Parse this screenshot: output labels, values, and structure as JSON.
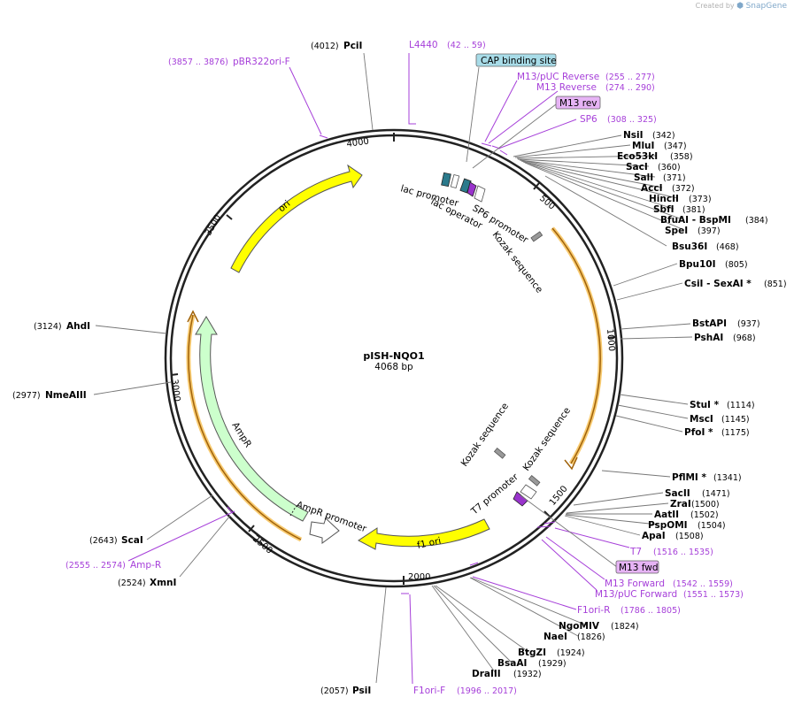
{
  "credit": {
    "prefix": "Created by",
    "brand": "SnapGene"
  },
  "plasmid": {
    "name": "pISH-NQO1",
    "size_label": "4068 bp"
  },
  "ticks": [
    "500",
    "1000",
    "1500",
    "2000",
    "2500",
    "3000",
    "3500",
    "4000"
  ],
  "enzymes": [
    {
      "name": "PciI",
      "pos": "(4012)",
      "side": "left"
    },
    {
      "name": "NsiI",
      "pos": "(342)"
    },
    {
      "name": "MluI",
      "pos": "(347)"
    },
    {
      "name": "Eco53kI",
      "pos": "(358)"
    },
    {
      "name": "SacI",
      "pos": "(360)"
    },
    {
      "name": "SalI",
      "pos": "(371)"
    },
    {
      "name": "AccI",
      "pos": "(372)"
    },
    {
      "name": "HincII",
      "pos": "(373)"
    },
    {
      "name": "SbfI",
      "pos": "(381)"
    },
    {
      "name": "BfuAI  - BspMI",
      "pos": "(384)"
    },
    {
      "name": "SpeI",
      "pos": "(397)"
    },
    {
      "name": "Bsu36I",
      "pos": "(468)"
    },
    {
      "name": "Bpu10I",
      "pos": "(805)"
    },
    {
      "name": "CsiI  - SexAI *",
      "pos": "(851)"
    },
    {
      "name": "BstAPI",
      "pos": "(937)"
    },
    {
      "name": "PshAI",
      "pos": "(968)"
    },
    {
      "name": "StuI *",
      "pos": "(1114)"
    },
    {
      "name": "MscI",
      "pos": "(1145)"
    },
    {
      "name": "PfoI *",
      "pos": "(1175)"
    },
    {
      "name": "PflMI *",
      "pos": "(1341)"
    },
    {
      "name": "SacII",
      "pos": "(1471)"
    },
    {
      "name": "ZraI",
      "pos": "(1500)"
    },
    {
      "name": "AatII",
      "pos": "(1502)"
    },
    {
      "name": "PspOMI",
      "pos": "(1504)"
    },
    {
      "name": "ApaI",
      "pos": "(1508)"
    },
    {
      "name": "NgoMIV",
      "pos": "(1824)"
    },
    {
      "name": "NaeI",
      "pos": "(1826)"
    },
    {
      "name": "BtgZI",
      "pos": "(1924)"
    },
    {
      "name": "BsaAI",
      "pos": "(1929)"
    },
    {
      "name": "DraIII",
      "pos": "(1932)"
    },
    {
      "name": "PsiI",
      "pos": "(2057)",
      "side": "left"
    },
    {
      "name": "XmnI",
      "pos": "(2524)",
      "side": "left"
    },
    {
      "name": "ScaI",
      "pos": "(2643)",
      "side": "left"
    },
    {
      "name": "NmeAIII",
      "pos": "(2977)",
      "side": "left"
    },
    {
      "name": "AhdI",
      "pos": "(3124)",
      "side": "left"
    }
  ],
  "primers": [
    {
      "name": "L4440",
      "pos": "(42 .. 59)"
    },
    {
      "name": "M13/pUC Reverse",
      "pos": "(255 .. 277)"
    },
    {
      "name": "M13 Reverse",
      "pos": "(274 .. 290)"
    },
    {
      "name": "SP6",
      "pos": "(308 .. 325)"
    },
    {
      "name": "pBR322ori-F",
      "pos": "(3857 .. 3876)"
    },
    {
      "name": "T7",
      "pos": "(1516 .. 1535)"
    },
    {
      "name": "M13 Forward",
      "pos": "(1542 .. 1559)"
    },
    {
      "name": "M13/pUC Forward",
      "pos": "(1551 .. 1573)"
    },
    {
      "name": "F1ori-R",
      "pos": "(1786 .. 1805)"
    },
    {
      "name": "F1ori-F",
      "pos": "(1996 .. 2017)"
    },
    {
      "name": "Amp-R",
      "pos": "(2555 .. 2574)"
    }
  ],
  "boxes": {
    "cap": "CAP binding site",
    "m13rev": "M13 rev",
    "m13fwd": "M13 fwd"
  },
  "features": {
    "ori": "ori",
    "ampr": "AmpR",
    "ampr_promoter": "AmpR promoter",
    "f1ori": "f1 ori",
    "lac_promoter": "lac promoter",
    "lac_operator": "lac operator",
    "sp6_promoter": "SP6 promoter",
    "kozak1": "Kozak sequence",
    "kozak2": "Kozak sequence",
    "kozak3": "Kozak sequence",
    "t7_promoter": "T7 promoter"
  },
  "colors": {
    "backbone": "#222222",
    "feature_yellow": "#ffff00",
    "ampr_green": "#ccffcc",
    "orf_orange": "#f5b942",
    "primer_purple": "#a63fd9",
    "cap_box": "#a8dce8",
    "m13_box": "#e6b3f5",
    "lac_teal": "#2b7a8c"
  }
}
